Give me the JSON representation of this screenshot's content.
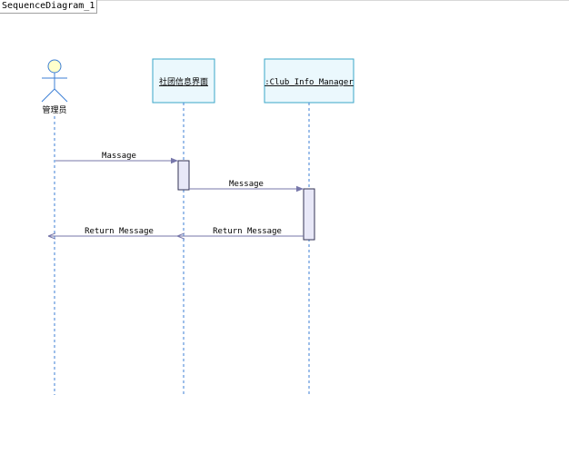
{
  "diagram": {
    "title": "SequenceDiagram_1",
    "actor": {
      "label": "管理员"
    },
    "objects": [
      {
        "label": "社团信息界面"
      },
      {
        "label": ":Club_Info_Manager"
      }
    ],
    "messages": [
      {
        "label": "Massage"
      },
      {
        "label": "Message"
      },
      {
        "label": "Return Message"
      },
      {
        "label": "Return Message"
      }
    ]
  },
  "colors": {
    "lifeline": "#3d7fd6",
    "object_border": "#3aa6c8",
    "object_fill": "#ebf8fd",
    "activation_fill": "#e8e8f8",
    "message": "#7777aa",
    "actor_head": "#ffffcc"
  }
}
